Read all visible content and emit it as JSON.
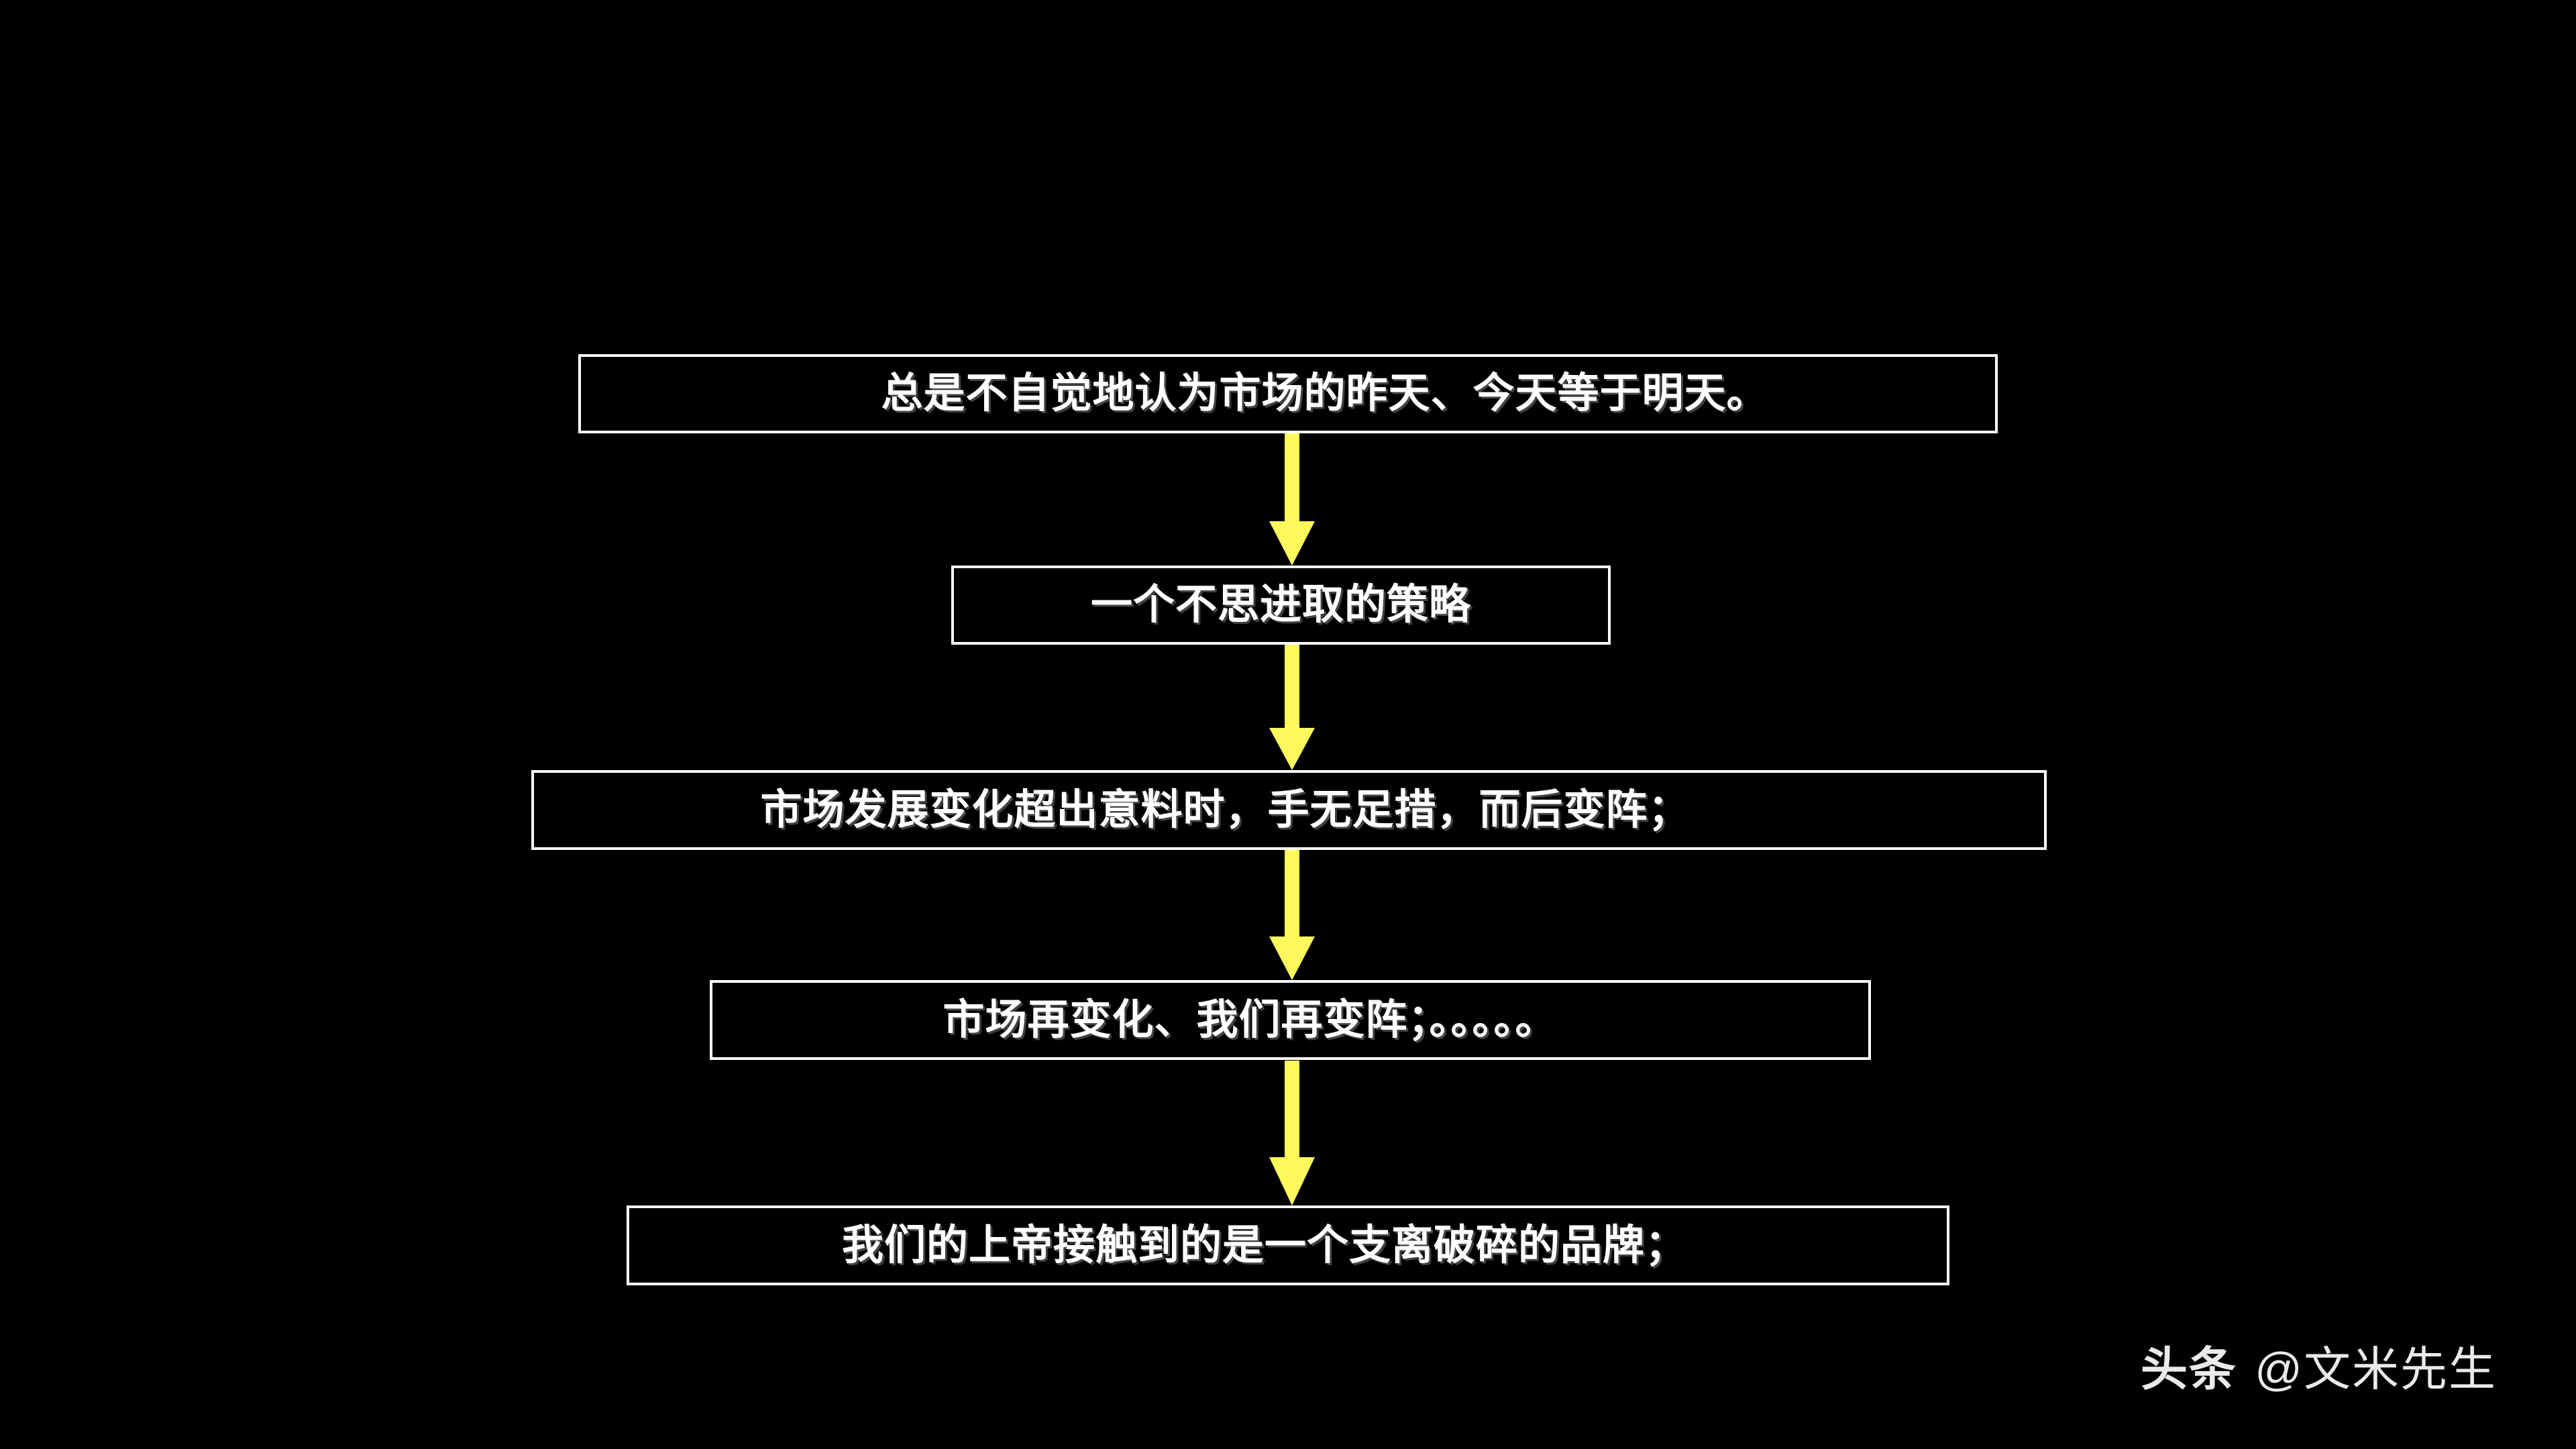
{
  "slide": {
    "background_color": "#000000",
    "text_color": "#ffffff",
    "accent_color": "#fff95c",
    "border_color": "#ffffff"
  },
  "diagram": {
    "type": "vertical-flowchart",
    "nodes": [
      {
        "id": "node-1",
        "text": "总是不自觉地认为市场的昨天、今天等于明天。"
      },
      {
        "id": "node-2",
        "text": "一个不思进取的策略"
      },
      {
        "id": "node-3",
        "text": "市场发展变化超出意料时，手无足措，而后变阵；"
      },
      {
        "id": "node-4",
        "text": "市场再变化、我们再变阵；。。。。。"
      },
      {
        "id": "node-5",
        "text": "我们的上帝接触到的是一个支离破碎的品牌；"
      }
    ],
    "connectors": [
      {
        "id": "arrow-1",
        "from": "node-1",
        "to": "node-2",
        "direction": "down",
        "color": "#fff95c"
      },
      {
        "id": "arrow-2",
        "from": "node-2",
        "to": "node-3",
        "direction": "down",
        "color": "#fff95c"
      },
      {
        "id": "arrow-3",
        "from": "node-3",
        "to": "node-4",
        "direction": "down",
        "color": "#fff95c"
      },
      {
        "id": "arrow-4",
        "from": "node-4",
        "to": "node-5",
        "direction": "down",
        "color": "#fff95c"
      }
    ]
  },
  "watermark": {
    "brand": "头条",
    "handle": "@文米先生"
  }
}
